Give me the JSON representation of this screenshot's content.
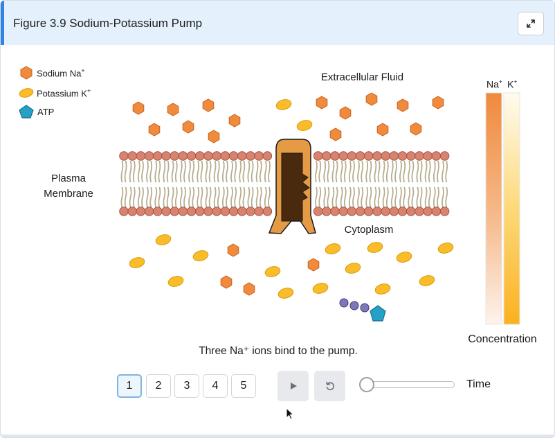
{
  "header": {
    "title": "Figure 3.9 Sodium-Potassium Pump",
    "expand_icon": "expand-arrows-icon"
  },
  "legend": {
    "sodium": "Sodium Na",
    "sodium_sup": "+",
    "potassium": "Potassium K",
    "potassium_sup": "+",
    "atp": "ATP"
  },
  "labels": {
    "extracellular": "Extracellular Fluid",
    "membrane_line1": "Plasma",
    "membrane_line2": "Membrane",
    "cytoplasm": "Cytoplasm",
    "concentration": "Concentration",
    "na_bar": "Na",
    "na_sup": "+",
    "k_bar": "K",
    "k_sup": "+"
  },
  "caption": "Three Na⁺ ions bind to the pump.",
  "controls": {
    "steps": [
      "1",
      "2",
      "3",
      "4",
      "5"
    ],
    "active_step": "1",
    "play_icon": "play-icon",
    "reset_icon": "reset-icon",
    "time_label": "Time",
    "time_value": 0
  },
  "colors": {
    "sodium": "#f08a3c",
    "potassium": "#fbbc29",
    "atp": "#26a1c6",
    "header_bg": "#e4f0fc",
    "accent": "#2f83e6",
    "pump": "#e59a44",
    "pump_inner": "#4a2a0f",
    "phospholipid_head": "#d9826d"
  }
}
